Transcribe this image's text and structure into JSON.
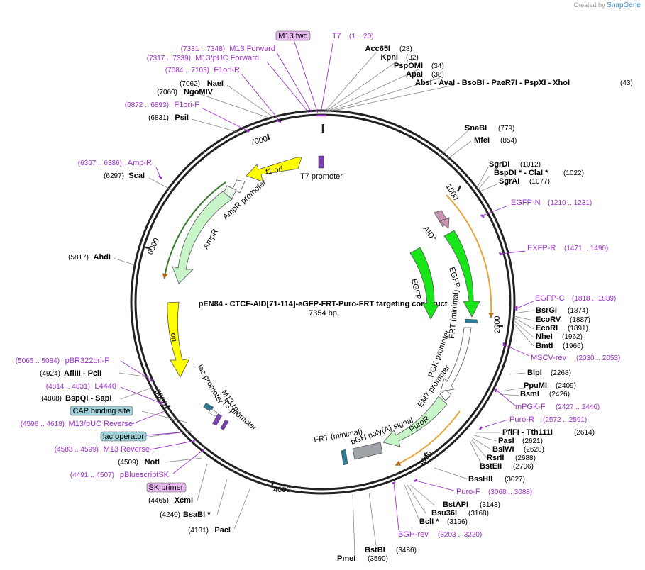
{
  "credit": {
    "prefix": "Created by",
    "brand": "SnapGene"
  },
  "title": "pEN84 - CTCF-AID[71-114]-eGFP-FRT-Puro-FRT targeting construct",
  "length": "7354 bp",
  "ticks": [
    "1000",
    "2000",
    "3000",
    "4000",
    "5000",
    "6000",
    "7000"
  ],
  "colors": {
    "backbone": "#222222",
    "primer": "#9b30c8",
    "orf_orange": "#e8a33a",
    "ori_yellow": "#ffff00",
    "egfp_green": "#19e619",
    "ampr_green": "#c8f5c8",
    "aid_pink": "#c993b5",
    "gray": "#a0a4a8",
    "teal": "#2f7b93"
  },
  "top_labels": {
    "m13fwd": "M13 fwd",
    "t7": "T7",
    "t7pos": "(1 .. 20)",
    "m13forward": "M13 Forward",
    "m13forward_pos": "(7331 .. 7348)",
    "m13puc": "M13/pUC Forward",
    "m13puc_pos": "(7317 .. 7339)",
    "f1orir": "F1ori-R",
    "f1orir_pos": "(7084 .. 7103)",
    "f1orif": "F1ori-F",
    "f1orif_pos": "(6872 .. 6893)",
    "ampr_primer": "Amp-R",
    "ampr_primer_pos": "(6367 .. 6386)"
  },
  "enzymes": {
    "acc65i": "Acc65I",
    "acc65i_pos": "(28)",
    "kpni": "KpnI",
    "kpni_pos": "(32)",
    "pspomi": "PspOMI",
    "pspomi_pos": "(34)",
    "apai": "ApaI",
    "apai_pos": "(38)",
    "absi_line": "AbsI  - AvaI  - BsoBI  - PaeR7I  - PspXI  - XhoI",
    "absi_pos": "(43)",
    "naei": "NaeI",
    "naei_pos": "(7062)",
    "ngomiv": "NgoMIV",
    "ngomiv_pos": "(7060)",
    "psii": "PsiI",
    "psii_pos": "(6831)",
    "scai": "ScaI",
    "scai_pos": "(6297)",
    "ahdi": "AhdI",
    "ahdi_pos": "(5817)",
    "snabi": "SnaBI",
    "snabi_pos": "(779)",
    "mfei": "MfeI",
    "mfei_pos": "(854)",
    "sgrdi": "SgrDI",
    "sgrdi_pos": "(1012)",
    "bspdi": "BspDI *  - ClaI *",
    "bspdi_pos": "(1022)",
    "sgrai": "SgrAI",
    "sgrai_pos": "(1077)",
    "bsrgi": "BsrGI",
    "bsrgi_pos": "(1874)",
    "ecorv": "EcoRV",
    "ecorv_pos": "(1887)",
    "ecori": "EcoRI",
    "ecori_pos": "(1891)",
    "nhei": "NheI",
    "nhei_pos": "(1962)",
    "bmti": "BmtI",
    "bmti_pos": "(1966)",
    "blpi": "BlpI",
    "blpi_pos": "(2268)",
    "ppumi": "PpuMI",
    "ppumi_pos": "(2409)",
    "bsmi": "BsmI",
    "bsmi_pos": "(2426)",
    "pflfi": "PflFI  - Tth111I",
    "pflfi_pos": "(2614)",
    "pasi": "PasI",
    "pasi_pos": "(2621)",
    "bsiwi": "BsiWI",
    "bsiwi_pos": "(2628)",
    "rsrii": "RsrII",
    "rsrii_pos": "(2688)",
    "bsteii": "BstEII",
    "bsteii_pos": "(2706)",
    "bsshii": "BssHII",
    "bsshii_pos": "(3027)",
    "bstapi": "BstAPI",
    "bstapi_pos": "(3143)",
    "bsu36i": "Bsu36I",
    "bsu36i_pos": "(3168)",
    "bcli": "BclI *",
    "bcli_pos": "(3196)",
    "bstbi": "BstBI",
    "bstbi_pos": "(3486)",
    "pmei": "PmeI",
    "pmei_pos": "(3590)",
    "paci": "PacI",
    "paci_pos": "(4131)",
    "bsabi": "BsaBI *",
    "bsabi_pos": "(4240)",
    "xcmi": "XcmI",
    "xcmi_pos": "(4465)",
    "noti": "NotI",
    "noti_pos": "(4509)",
    "bspqi": "BspQI  - SapI",
    "bspqi_pos": "(4808)",
    "afliii": "AflIII  - PciI",
    "afliii_pos": "(4924)"
  },
  "primers": {
    "egfpn": "EGFP-N",
    "egfpn_pos": "(1210 .. 1231)",
    "exfpr": "EXFP-R",
    "exfpr_pos": "(1471 .. 1490)",
    "egfpc": "EGFP-C",
    "egfpc_pos": "(1818 .. 1839)",
    "mscvrev": "MSCV-rev",
    "mscvrev_pos": "(2030 .. 2053)",
    "mpgkf": "mPGK-F",
    "mpgkf_pos": "(2427 .. 2446)",
    "puror": "Puro-R",
    "puror_pos": "(2572 .. 2591)",
    "purof": "Puro-F",
    "purof_pos": "(3068 .. 3088)",
    "bghrev": "BGH-rev",
    "bghrev_pos": "(3203 .. 3220)",
    "pbr322": "pBR322ori-F",
    "pbr322_pos": "(5065 .. 5084)",
    "l4440": "L4440",
    "l4440_pos": "(4814 .. 4831)",
    "m13pucrev": "M13/pUC Reverse",
    "m13pucrev_pos": "(4596 .. 4618)",
    "m13reverse": "M13 Reverse",
    "m13reverse_pos": "(4583 .. 4599)",
    "pbluescript": "pBluescriptSK",
    "pbluescript_pos": "(4491 .. 4507)"
  },
  "boxed": {
    "cap": "CAP binding site",
    "lacop": "lac operator",
    "skprimer": "SK primer"
  },
  "features": {
    "f1ori": "f1 ori",
    "t7promoter": "T7 promoter",
    "amprpromoter": "AmpR promoter",
    "ampr": "AmpR",
    "ori": "ori",
    "lacpromoter": "lac promoter",
    "m13rev": "M13 rev",
    "t3promoter": "T3 promoter",
    "aid": "AID*",
    "egfp1": "EGFP",
    "egfp2": "EGFP",
    "frtmin1": "FRT (minimal)",
    "pgkpromoter": "PGK promoter",
    "em7promoter": "EM7 promoter",
    "puror": "PuroR",
    "bgh": "bGH poly(A) signal",
    "frtmin2": "FRT (minimal)"
  }
}
